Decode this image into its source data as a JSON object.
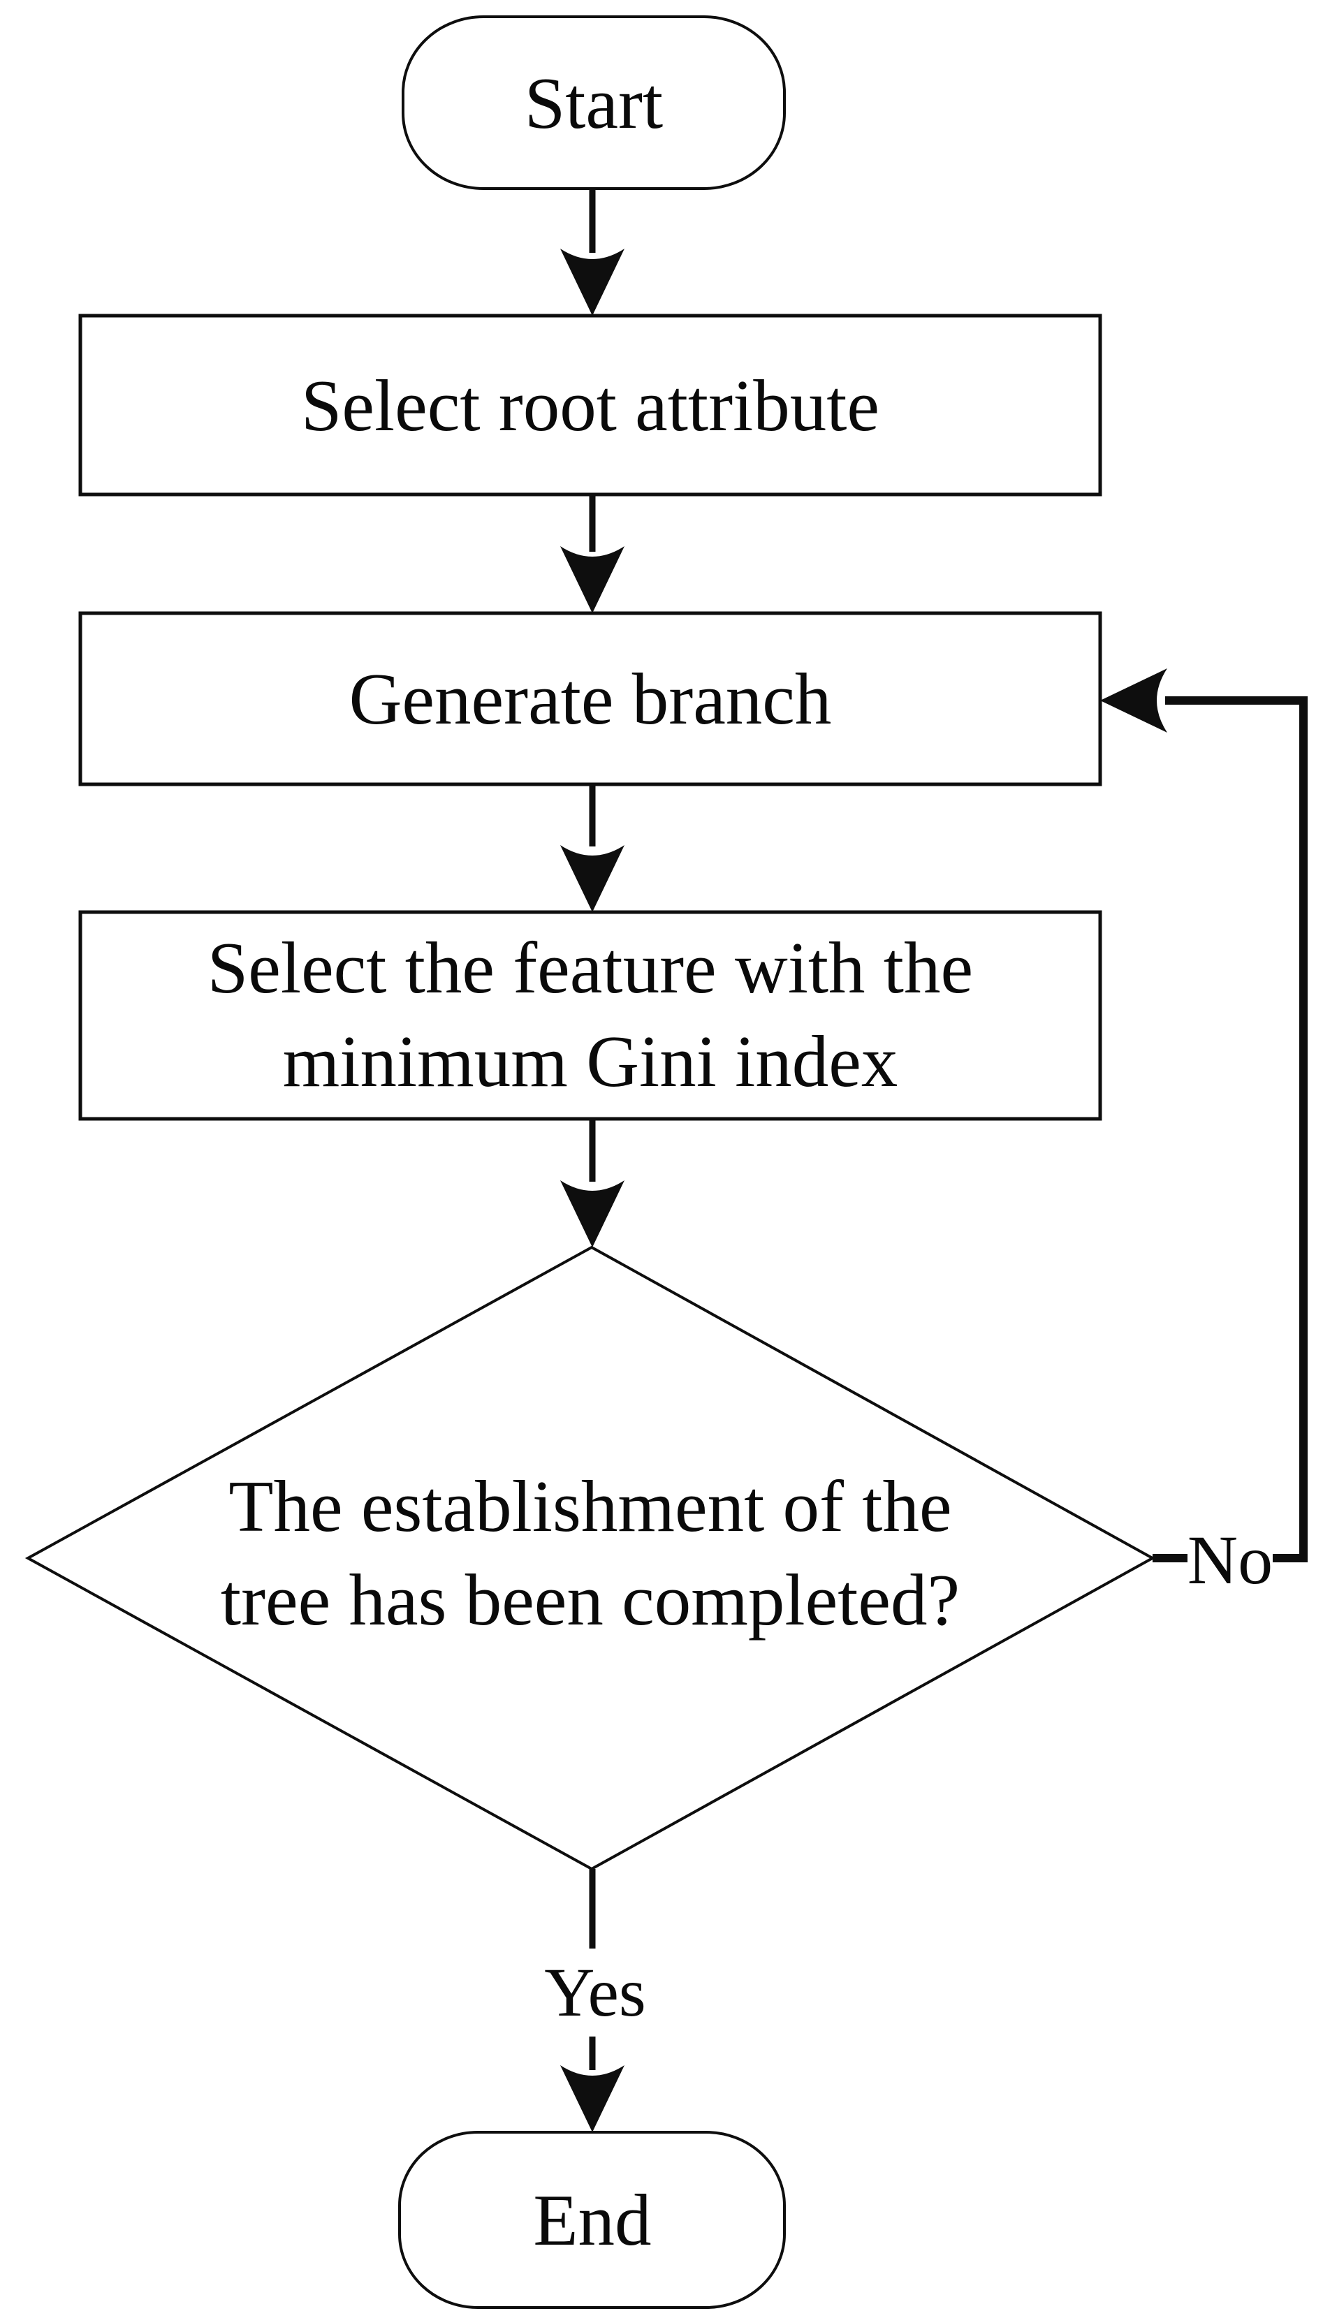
{
  "flowchart": {
    "nodes": {
      "start": {
        "label": "Start"
      },
      "select_root": {
        "label": "Select root attribute"
      },
      "generate_branch": {
        "label": "Generate branch"
      },
      "select_feature": {
        "line1": "Select the feature with the",
        "line2": "minimum Gini index"
      },
      "decision": {
        "line1": "The establishment of the",
        "line2": "tree has been completed?"
      },
      "end": {
        "label": "End"
      }
    },
    "edge_labels": {
      "no": "No",
      "yes": "Yes"
    },
    "colors": {
      "stroke": "#0e0e0e",
      "node_fill": "#ffffff",
      "text": "#0a0a0a",
      "background": "#ffffff"
    }
  }
}
